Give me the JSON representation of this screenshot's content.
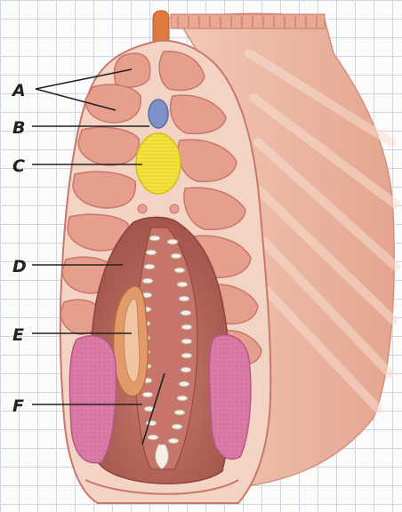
{
  "labels": {
    "A": "A",
    "B": "B",
    "C": "C",
    "D": "D",
    "E": "E",
    "F": "F"
  },
  "colors": {
    "muscle": "#e59f8c",
    "muscle_edge": "#c9776a",
    "body_wall": "#f0c4b2",
    "notochord": "#7e90c8",
    "nerve_cord": "#f3e33c",
    "gill_bar": "#f6efe8",
    "gonad": "#d97aa7",
    "gut": "#e39a6b",
    "atrium": "#b6645a",
    "label_line": "#222222"
  }
}
